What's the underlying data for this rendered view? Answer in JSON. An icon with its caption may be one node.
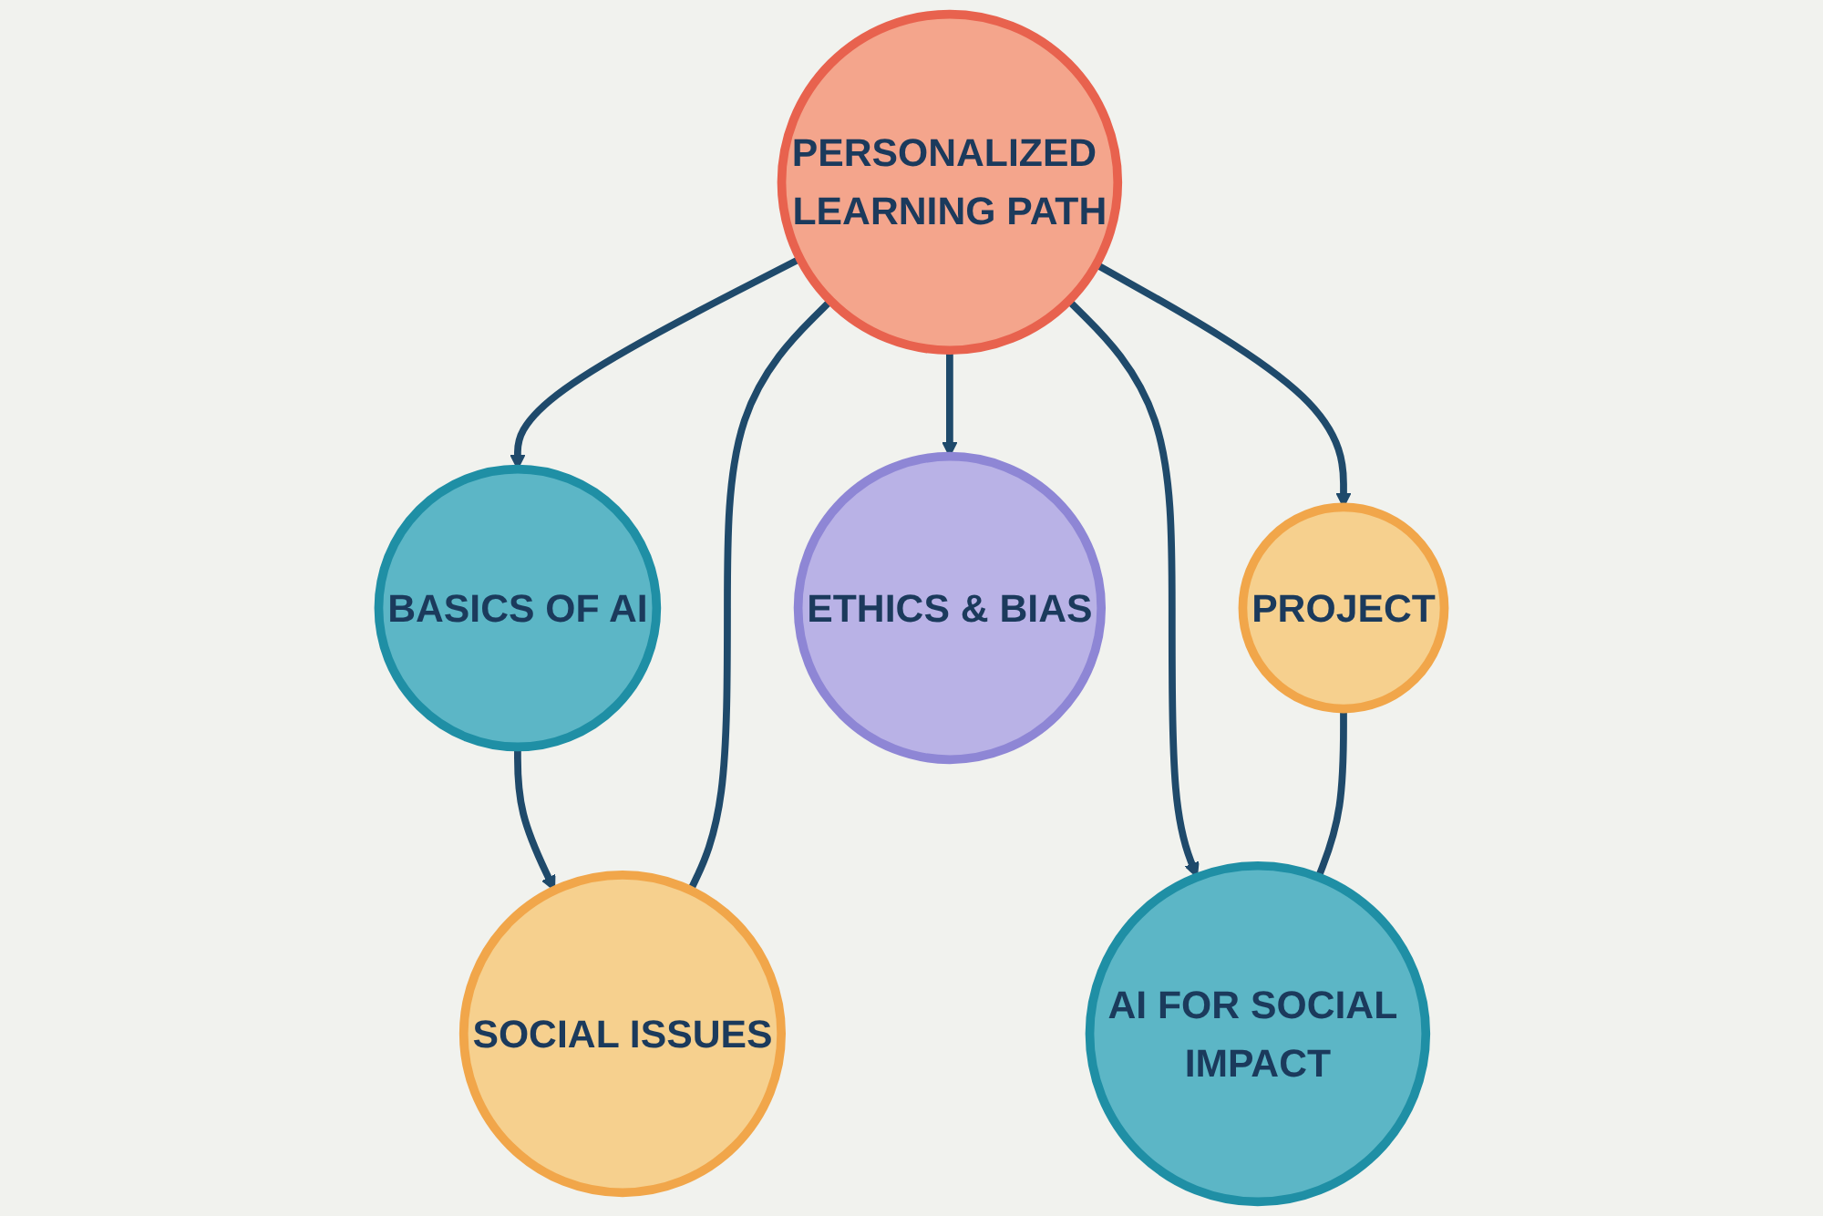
{
  "diagram": {
    "nodes": [
      {
        "text": [
          "PERSONALIZED LEARNING PATH"
        ]
      },
      {
        "text": [
          "BASICS OF AI"
        ]
      },
      {
        "text": [
          "PROJECT"
        ]
      },
      {
        "text": [
          "SOCIAL ISSUES"
        ]
      },
      {
        "text": [
          "ETHICS & BIAS"
        ]
      },
      {
        "text": [
          "AI FOR SOCIAL IMPACT"
        ]
      }
    ],
    "edges": [
      {
        "from": 0,
        "to": 1,
        "arrow": "to"
      },
      {
        "from": 0,
        "to": 4,
        "arrow": "to"
      },
      {
        "from": 0,
        "to": 2,
        "arrow": "to"
      },
      {
        "from": 1,
        "to": 3,
        "arrow": "to"
      },
      {
        "from": 0,
        "to": 3,
        "arrow": "none"
      },
      {
        "from": 0,
        "to": 5,
        "arrow": "to"
      },
      {
        "from": 2,
        "to": 5,
        "arrow": "none"
      }
    ]
  }
}
